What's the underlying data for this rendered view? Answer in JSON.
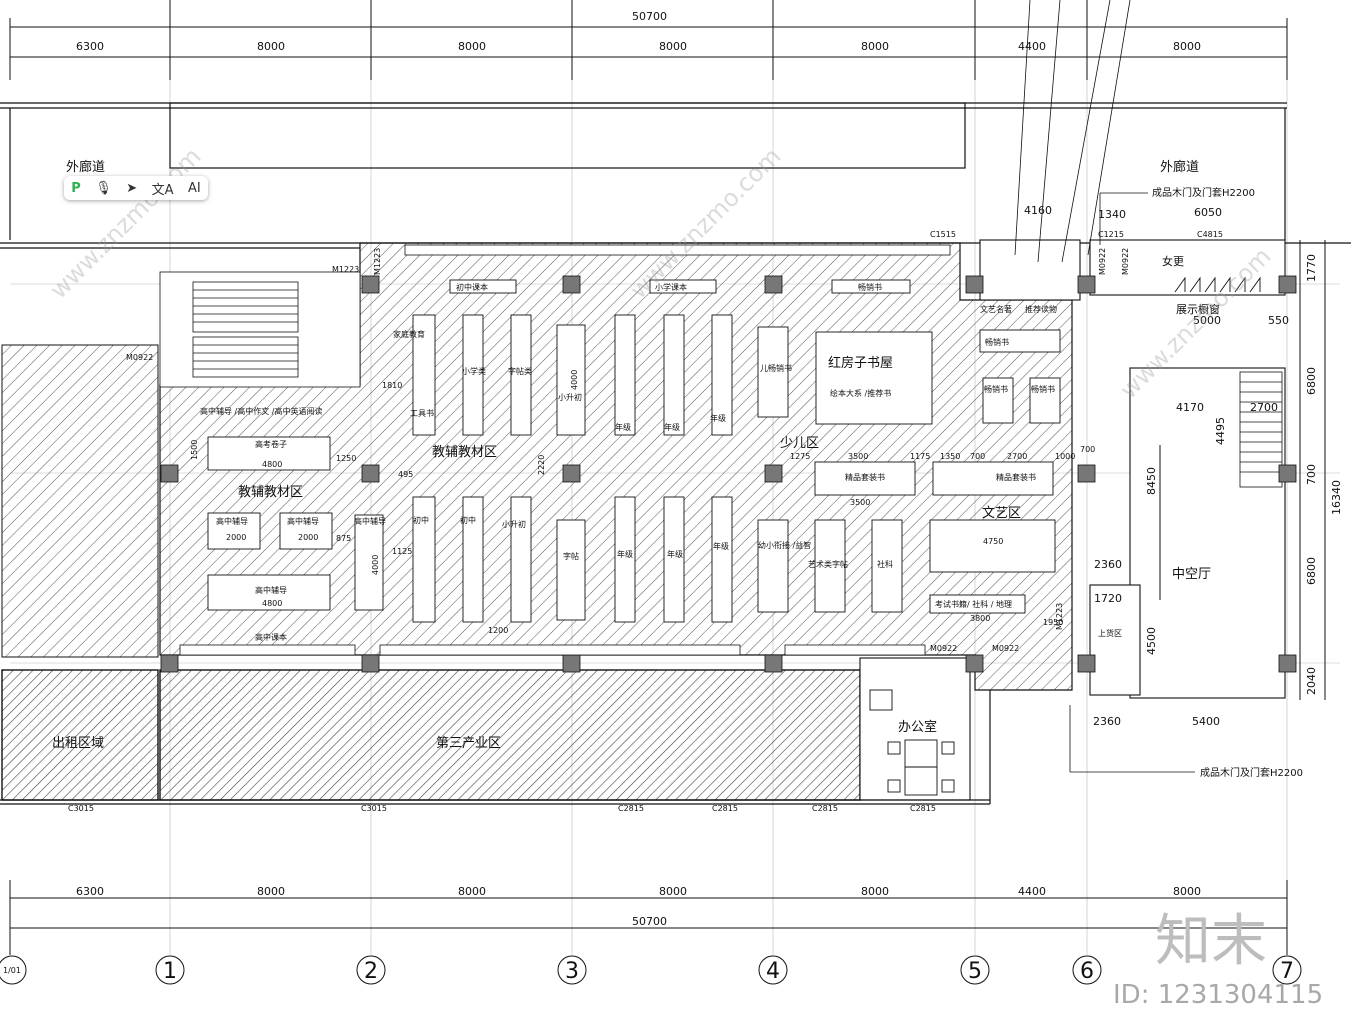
{
  "dims": {
    "total": "50700",
    "bays": [
      "6300",
      "8000",
      "8000",
      "8000",
      "8000",
      "4400",
      "8000"
    ],
    "side_right": [
      "1770",
      "6800",
      "700",
      "6800",
      "2040"
    ],
    "side_total": "16340",
    "side_inner": [
      "8450",
      "4500"
    ],
    "misc": {
      "d4160": "4160",
      "d1340": "1340",
      "d6050": "6050",
      "d5000": "5000",
      "d550": "550",
      "d4170": "4170",
      "d4495": "4495",
      "d2700": "2700",
      "d2360a": "2360",
      "d1720": "1720",
      "d2360b": "2360",
      "d5400": "5400",
      "d1950": "1950",
      "d3500a": "3500",
      "d3500b": "3500",
      "d1175": "1175",
      "d1350": "1350",
      "d700a": "700",
      "d2700b": "2700",
      "d1000a": "1000",
      "d4750": "4750",
      "d3800": "3800",
      "d1275": "1275",
      "d1810": "1810",
      "d1250a": "1250",
      "d4800a": "4800",
      "d4800b": "4800",
      "d2000a": "2000",
      "d2000b": "2000",
      "d875": "875",
      "d1125": "1125",
      "d4000a": "4000",
      "d4000b": "4000",
      "d2220": "2220",
      "d1500": "1500",
      "d495": "495",
      "d1200": "1200",
      "d700b": "700"
    }
  },
  "axes": [
    "1/01",
    "1",
    "2",
    "3",
    "4",
    "5",
    "6",
    "7"
  ],
  "zones": {
    "corridor_left": "外廊道",
    "corridor_right": "外廊道",
    "teaching_left": "教辅教材区",
    "teaching_center": "教辅教材区",
    "children": "少儿区",
    "red_house": "红房子书屋",
    "picture_books": "绘本大系 /推荐书",
    "arts": "文艺区",
    "atrium": "中空厅",
    "rental": "出租区域",
    "tertiary": "第三产业区",
    "office": "办公室",
    "loading": "上货区",
    "locker": "女更",
    "showcase": "展示橱窗"
  },
  "notes": {
    "door_top": "成品木门及门套H2200",
    "door_bottom": "成品木门及门套H2200"
  },
  "shelf_labels": {
    "s1": "初中课本",
    "s2": "小学课本",
    "s3": "畅销书",
    "s4": "家庭教育",
    "s5": "工具书",
    "s6": "小学类",
    "s7": "字帖类",
    "s8": "小升初",
    "s9": "年级",
    "s10": "年级",
    "s11": "年级",
    "s12": "儿畅销书",
    "s13": "文艺名著",
    "s14": "推荐读物",
    "s15": "畅销书",
    "s16": "畅销书",
    "s17": "畅销书",
    "s18": "高中辅导 /高中作文 /高中英语阅读",
    "s19": "高考卷子",
    "s20": "高中辅导",
    "s21": "高中辅导",
    "s22": "高中辅导",
    "s23": "高中辅导",
    "s24": "高中课本",
    "s25": "精品套装书",
    "s26": "精品套装书",
    "s27": "初中",
    "s28": "初中",
    "s29": "小升初",
    "s30": "字帖",
    "s31": "年级",
    "s32": "年级",
    "s33": "年级",
    "s34": "幼小衔接 /益智",
    "s35": "艺术类字帖",
    "s36": "社科",
    "s37": "考试书籍/ 社科 / 地理"
  },
  "windows": {
    "c1515": "C1515",
    "c1215": "C1215",
    "c4815": "C4815",
    "c3015a": "C3015",
    "c3015b": "C3015",
    "c2815a": "C2815",
    "c2815b": "C2815",
    "c2815c": "C2815",
    "c2815d": "C2815"
  },
  "doors": {
    "m1223a": "M1223",
    "m1223b": "M1223",
    "m0922a": "M0922",
    "m0922b": "M0922",
    "m0922c": "M0922",
    "m0922d": "M0922",
    "m0922e": "M0922",
    "m1": "M1223"
  },
  "watermarks": {
    "brand": "知末",
    "site": "www.znzmo.com",
    "id": "ID: 1231304115"
  },
  "toolbar": {
    "pin": "P",
    "mic": "🎙",
    "send": "➤",
    "translate": "文A",
    "ai": "AI"
  },
  "colors": {
    "line": "#111111",
    "hatch": "#555555",
    "column": "#777777",
    "watermark": "#9a9a9a"
  }
}
